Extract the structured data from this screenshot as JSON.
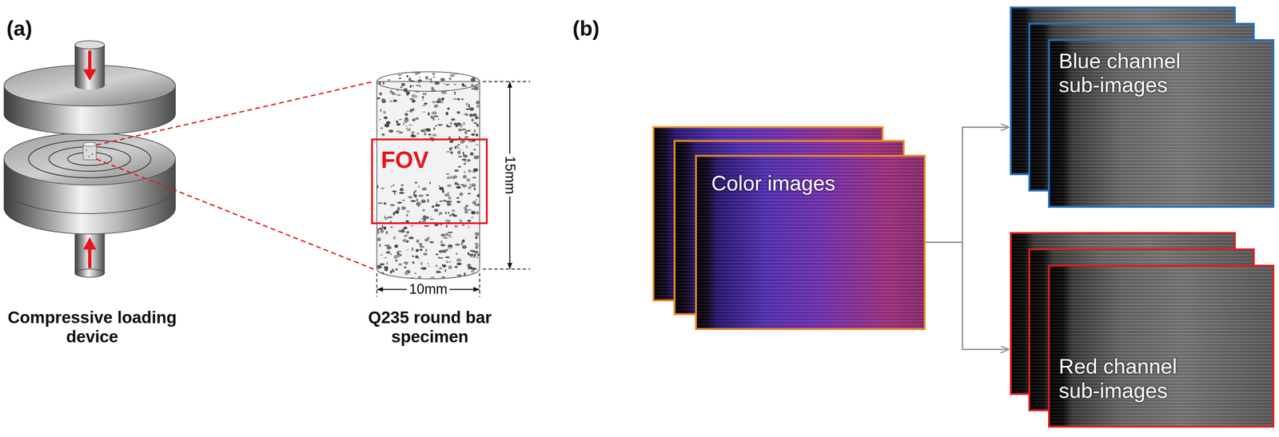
{
  "diagram": {
    "nodes": [
      {
        "text": [
          "FOV"
        ]
      },
      {
        "text": [
          "Color images"
        ]
      },
      {
        "text": [
          "Blue channel sub-images"
        ]
      },
      {
        "text": [
          "Red channel sub-images"
        ]
      }
    ],
    "edges": [
      {
        "from": 1,
        "to": 2,
        "arrow": "to"
      },
      {
        "from": 1,
        "to": 3,
        "arrow": "to"
      }
    ],
    "labels": [
      "(a)",
      "Compressive loading device",
      "Q235 round bar specimen",
      "15mm",
      "10mm",
      "(b)"
    ]
  }
}
